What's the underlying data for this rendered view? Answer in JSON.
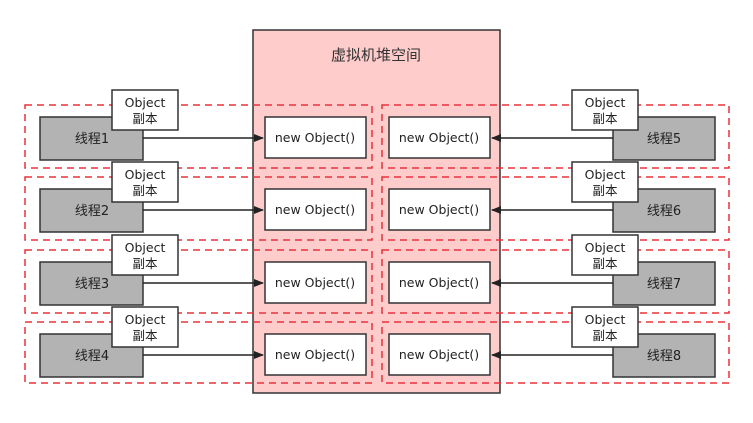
{
  "diagram": {
    "heap": {
      "title": "虚拟机堆空间"
    },
    "object_label": "new Object()",
    "copy_label_line1": "Object",
    "copy_label_line2": "副本",
    "threads_left": [
      {
        "label": "线程1"
      },
      {
        "label": "线程2"
      },
      {
        "label": "线程3"
      },
      {
        "label": "线程4"
      }
    ],
    "threads_right": [
      {
        "label": "线程5"
      },
      {
        "label": "线程6"
      },
      {
        "label": "线程7"
      },
      {
        "label": "线程8"
      }
    ],
    "colors": {
      "heap_fill": "#ffcccc",
      "heap_border": "#333333",
      "thread_fill": "#b3b3b3",
      "dashed_border": "#e8323c",
      "box_border": "#333333",
      "arrow": "#222222"
    }
  }
}
